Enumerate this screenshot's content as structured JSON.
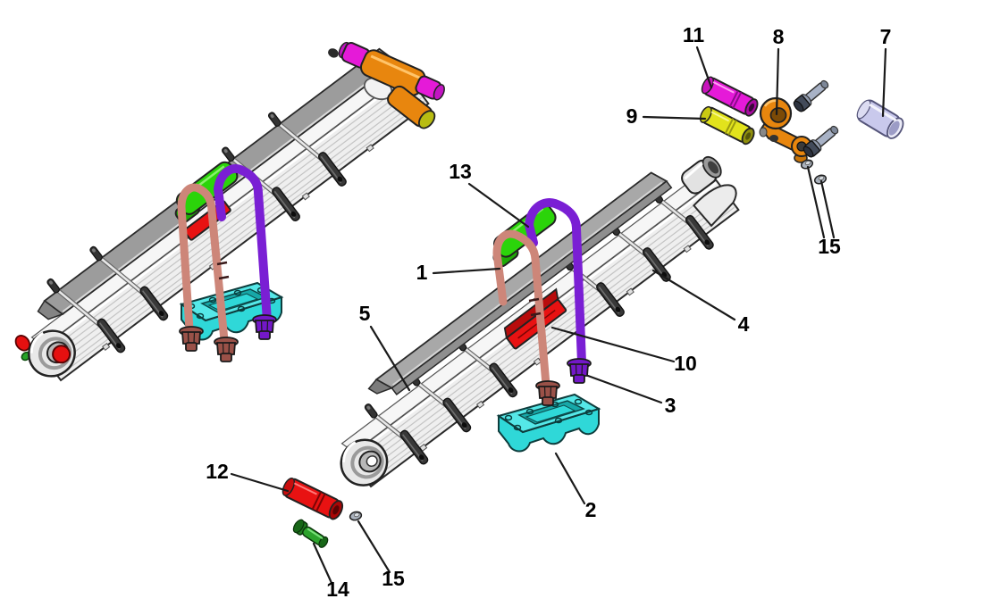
{
  "figure": {
    "background": "#ffffff",
    "description_note": ""
  },
  "callouts": {
    "c1": "1",
    "c2": "2",
    "c3": "3",
    "c4": "4",
    "c5": "5",
    "c7": "7",
    "c8": "8",
    "c9": "9",
    "c10": "10",
    "c11": "11",
    "c12": "12",
    "c13": "13",
    "c14": "14",
    "c15": "15"
  },
  "colors": {
    "pad_green": "#2bd40a",
    "pad_green_dark": "#1faa06",
    "ubolt_front": "#cd8679",
    "ubolt_rear": "#7a1fd4",
    "liner_red": "#e81212",
    "pin_red": "#e81212",
    "seat_cyan": "#2fd8d8",
    "seat_cyan_light": "#55e8e8",
    "seat_cyan_dark": "#17a8a8",
    "shackle_orange": "#e8860e",
    "pin_magenta": "#e51ad8",
    "pin_yellow": "#e2e31c",
    "bushing_lavender": "#c9c9ec",
    "bolt_green": "#2ca32c",
    "nut_brown": "#9a5148",
    "nut_purple": "#7318c8"
  }
}
